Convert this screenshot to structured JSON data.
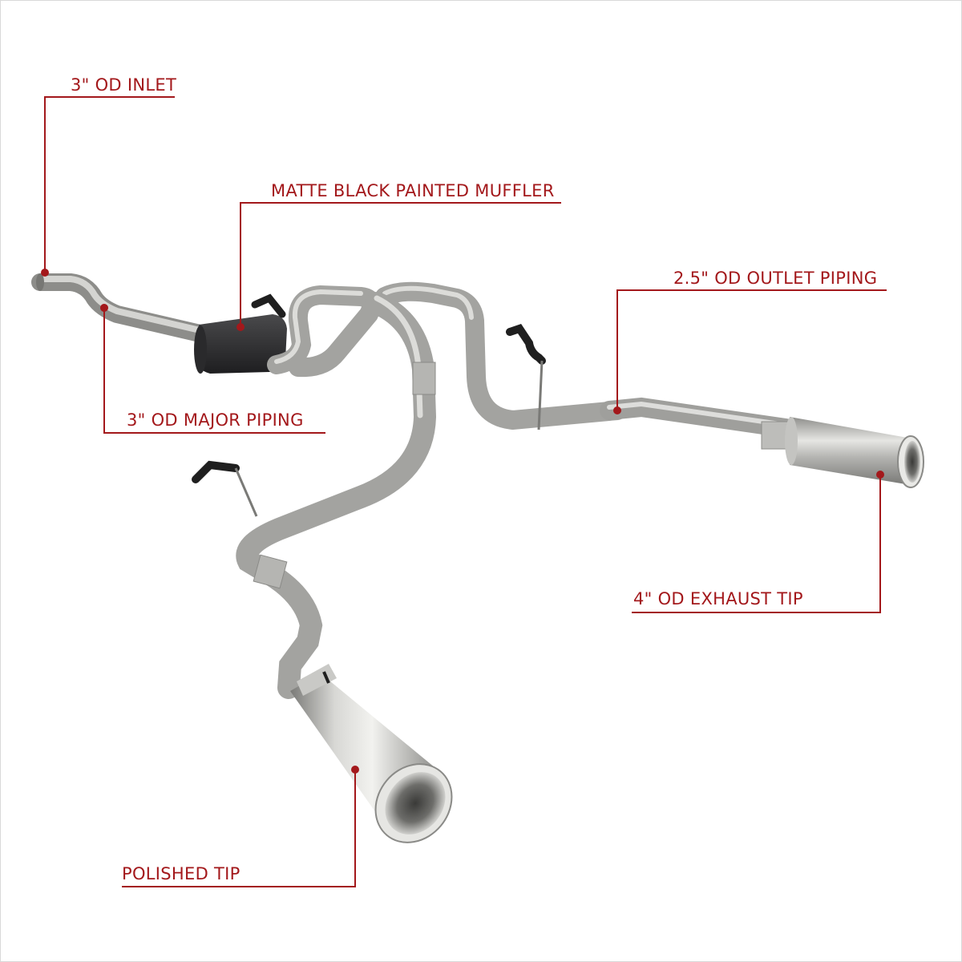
{
  "colors": {
    "callout": "#a3181b",
    "pipe": "#a9a9a6",
    "pipe_highlight": "#dcdcd9",
    "muffler": "#2d2d2f",
    "rubber": "#1f1f1f",
    "background": "#ffffff"
  },
  "callouts": {
    "inlet": "3\" OD INLET",
    "muffler": "MATTE BLACK PAINTED MUFFLER",
    "major_piping": "3\" OD MAJOR PIPING",
    "outlet_piping": "2.5\" OD OUTLET PIPING",
    "exhaust_tip": "4\" OD EXHAUST TIP",
    "polished_tip": "POLISHED TIP"
  }
}
